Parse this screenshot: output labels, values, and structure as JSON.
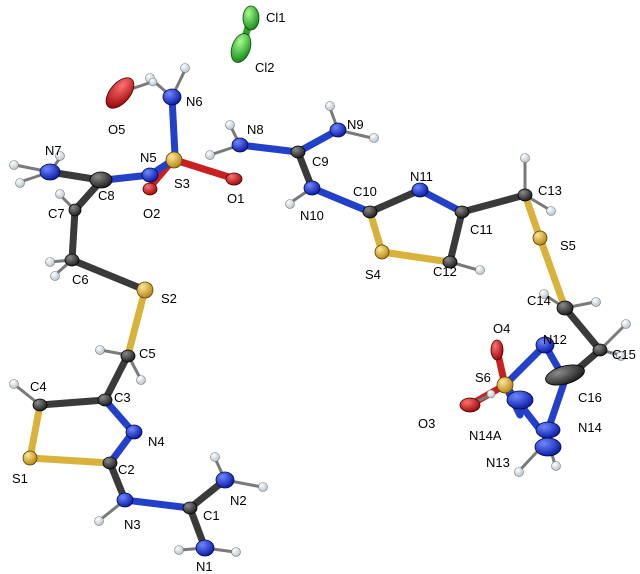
{
  "labels": {
    "Cl1": "Cl1",
    "Cl2": "Cl2",
    "N6": "N6",
    "O5": "O5",
    "N8": "N8",
    "N9": "N9",
    "N7": "N7",
    "N5": "N5",
    "S3": "S3",
    "C9": "C9",
    "C8": "C8",
    "C7": "C7",
    "O2": "O2",
    "O1": "O1",
    "N11": "N11",
    "C10": "C10",
    "N10": "N10",
    "C13": "C13",
    "C11": "C11",
    "S4": "S4",
    "C12": "C12",
    "S5": "S5",
    "C6": "C6",
    "S2": "S2",
    "C14": "C14",
    "C5": "C5",
    "O4": "O4",
    "N12": "N12",
    "C15": "C15",
    "C4": "C4",
    "C3": "C3",
    "S6": "S6",
    "C16": "C16",
    "N4": "N4",
    "O3": "O3",
    "N14A": "N14A",
    "N14": "N14",
    "C2": "C2",
    "N13": "N13",
    "S1": "S1",
    "N2": "N2",
    "N3": "N3",
    "C1": "C1",
    "N1": "N1"
  },
  "colors": {
    "carbon": "#3d3d3d",
    "nitrogen": "#1f33d6",
    "oxygen": "#d41e1e",
    "sulfur": "#e0b83a",
    "chlorine": "#2bbd2b",
    "hydrogen": "#e8eef2"
  }
}
